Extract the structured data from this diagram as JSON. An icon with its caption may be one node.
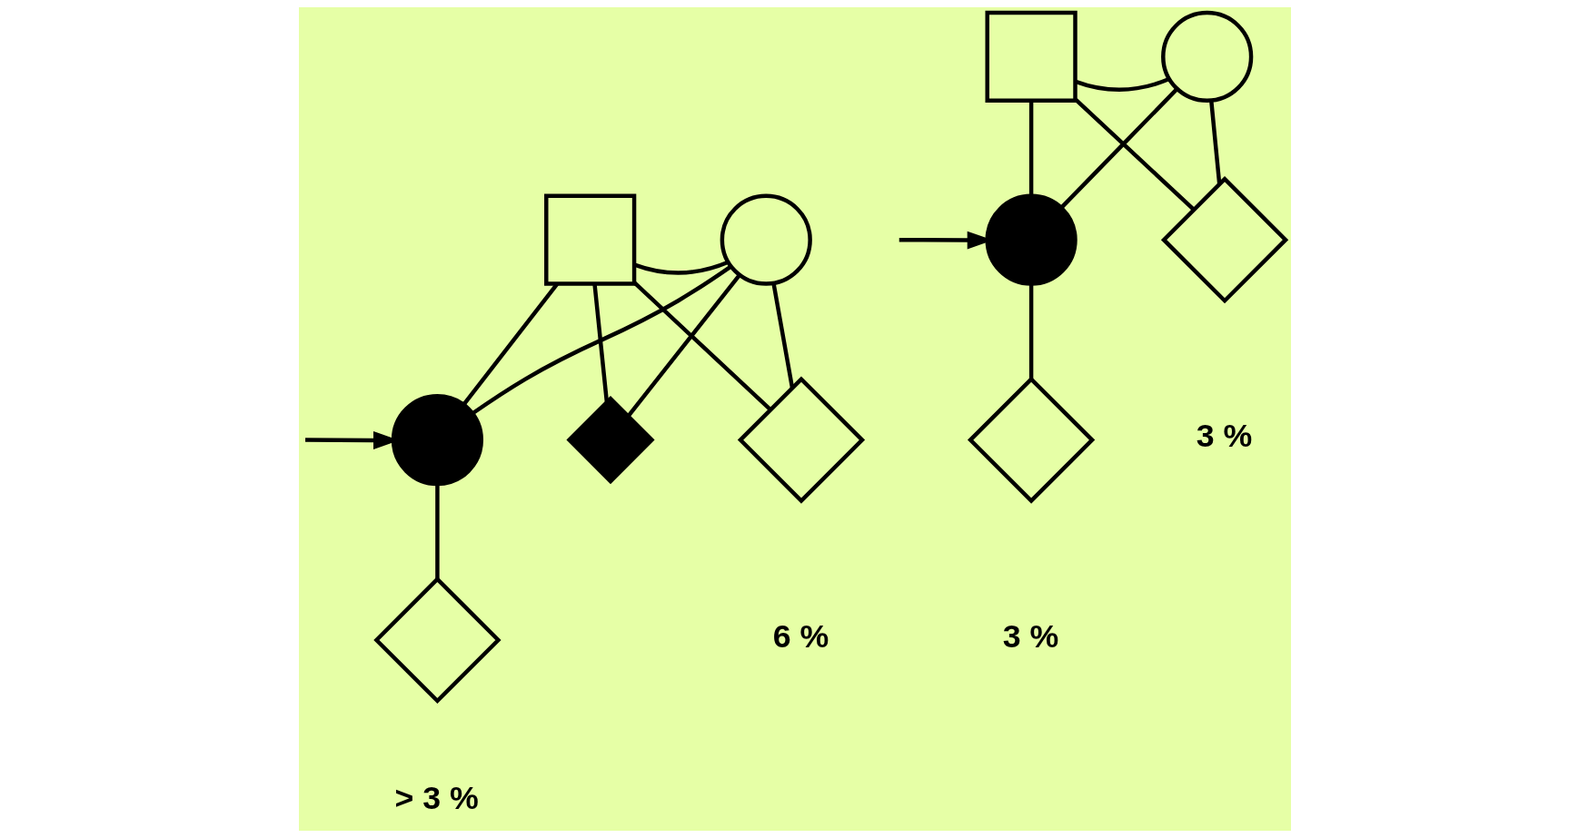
{
  "diagram": {
    "nodes": [
      {
        "text": [],
        "shape": "box"
      },
      {
        "text": [],
        "shape": "circle"
      },
      {
        "text": [],
        "shape": "disc"
      },
      {
        "text": [],
        "shape": "diamond",
        "beside": [
          "3 %"
        ]
      },
      {
        "text": [],
        "shape": "diamond",
        "beside": [
          "3 %"
        ]
      },
      {
        "text": [],
        "shape": "box"
      },
      {
        "text": [],
        "shape": "circle"
      },
      {
        "text": [],
        "shape": "disc"
      },
      {
        "text": [],
        "shape": "lozenge"
      },
      {
        "text": [],
        "shape": "diamond",
        "beside": [
          "6 %"
        ]
      },
      {
        "text": [],
        "shape": "diamond",
        "beside": [
          "> 3 %"
        ]
      }
    ],
    "edges": [
      {
        "from": 0,
        "to": 1,
        "arrow": "none"
      },
      {
        "from": 0,
        "to": 2,
        "arrow": "none"
      },
      {
        "from": 1,
        "to": 2,
        "arrow": "none"
      },
      {
        "from": 0,
        "to": 3,
        "arrow": "none"
      },
      {
        "from": 1,
        "to": 3,
        "arrow": "none"
      },
      {
        "from": 2,
        "to": 4,
        "arrow": "none"
      },
      {
        "from": null,
        "to": 2,
        "arrow": "to"
      },
      {
        "from": 5,
        "to": 6,
        "arrow": "none"
      },
      {
        "from": 5,
        "to": 7,
        "arrow": "none"
      },
      {
        "from": 6,
        "to": 7,
        "arrow": "none"
      },
      {
        "from": 5,
        "to": 8,
        "arrow": "none"
      },
      {
        "from": 6,
        "to": 8,
        "arrow": "none"
      },
      {
        "from": 5,
        "to": 9,
        "arrow": "none"
      },
      {
        "from": 6,
        "to": 9,
        "arrow": "none"
      },
      {
        "from": 7,
        "to": 10,
        "arrow": "none"
      },
      {
        "from": null,
        "to": 7,
        "arrow": "to"
      }
    ]
  }
}
